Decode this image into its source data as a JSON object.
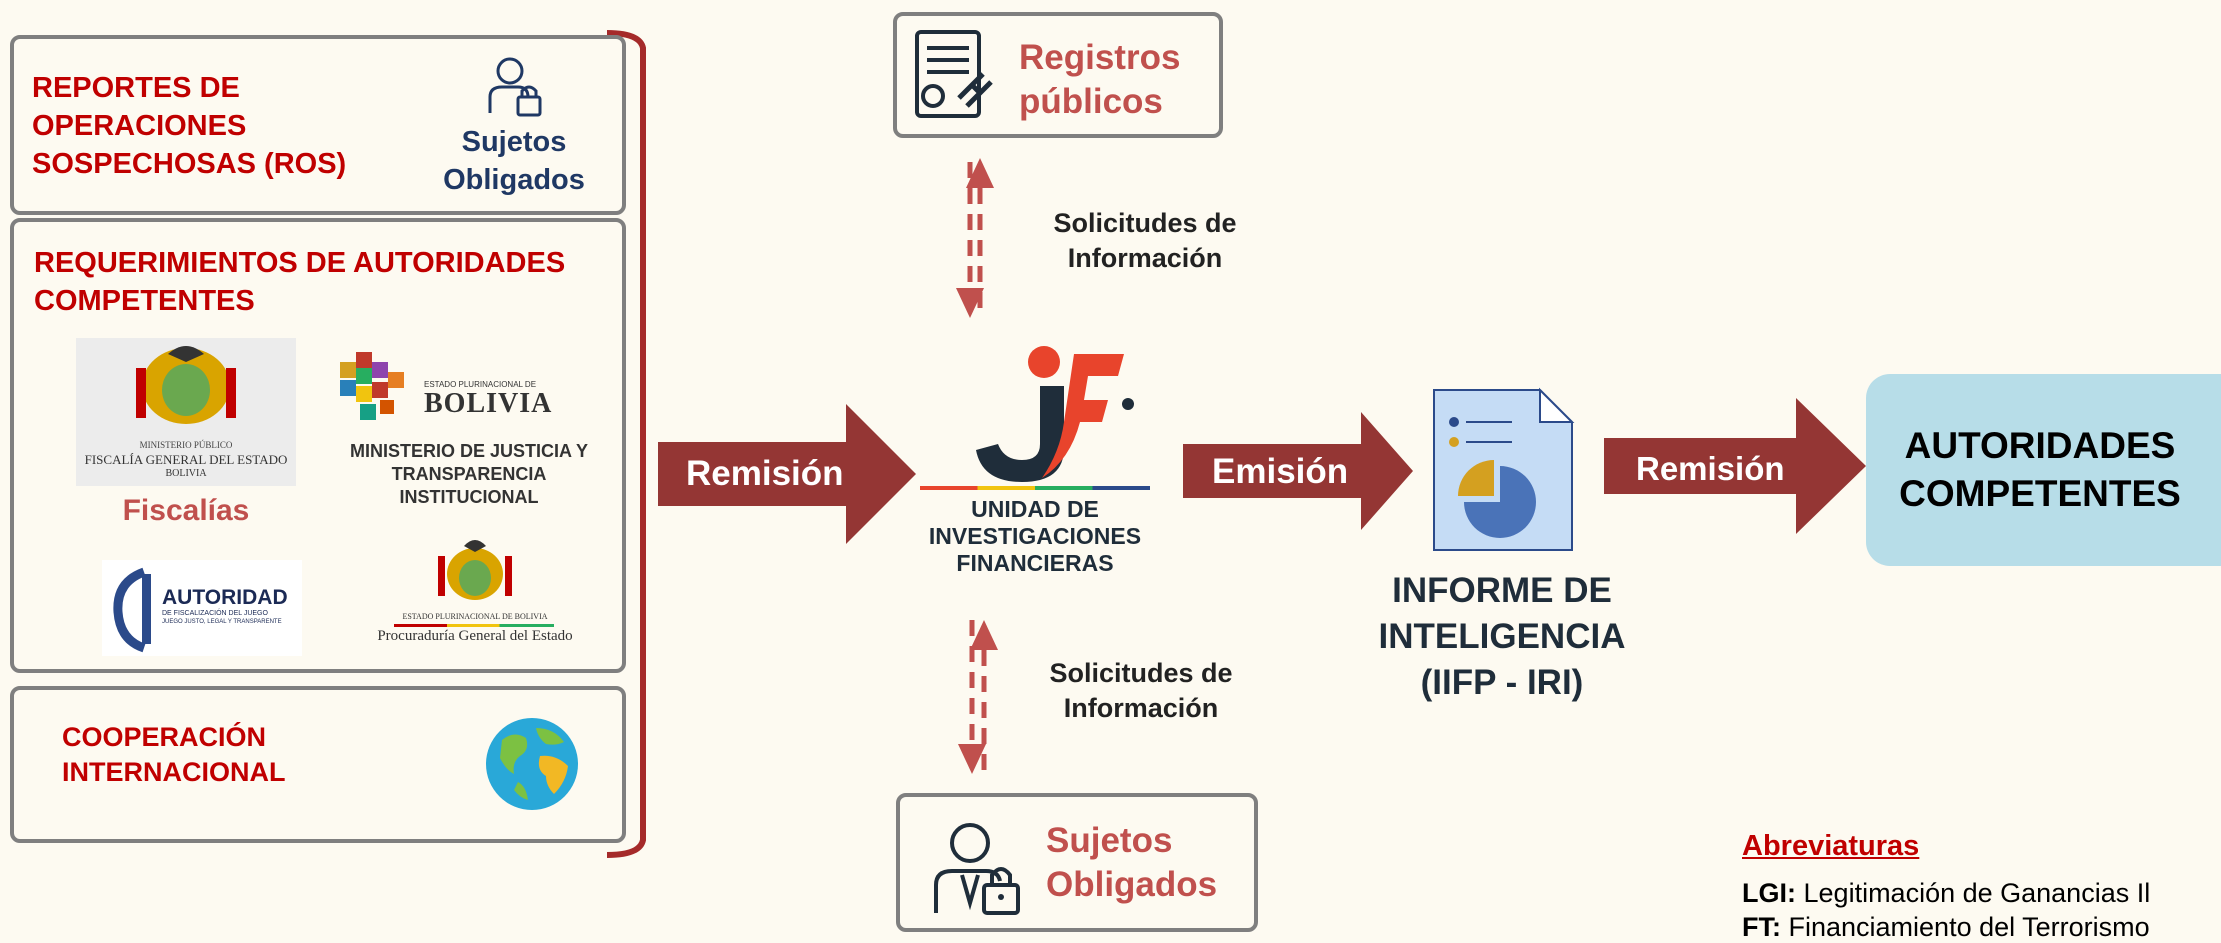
{
  "left_panel": {
    "ros": {
      "title": "REPORTES DE OPERACIONES SOSPECHOSAS (ROS)",
      "icon": "person-lock-icon",
      "label": "Sujetos Obligados"
    },
    "requerimientos": {
      "title": "REQUERIMIENTOS DE AUTORIDADES COMPETENTES",
      "fiscalia_logo": {
        "line1": "MINISTERIO PÚBLICO",
        "line2": "FISCALÍA GENERAL DEL ESTADO",
        "line3": "BOLIVIA"
      },
      "fiscalias_label": "Fiscalías",
      "ministerio_logo": {
        "small": "ESTADO PLURINACIONAL DE",
        "big": "BOLIVIA",
        "caption": "MINISTERIO DE JUSTICIA Y TRANSPARENCIA INSTITUCIONAL"
      },
      "aj_logo": {
        "title": "AUTORIDAD",
        "sub1": "DE FISCALIZACIÓN DEL JUEGO",
        "sub2": "JUEGO JUSTO, LEGAL Y TRANSPARENTE"
      },
      "procuraduria_logo": {
        "small": "ESTADO PLURINACIONAL DE BOLIVIA",
        "caption": "Procuraduría General del Estado"
      }
    },
    "cooperacion": {
      "title": "COOPERACIÓN INTERNACIONAL",
      "icon": "globe-icon"
    }
  },
  "flow": {
    "remision_1": "Remisión",
    "emision": "Emisión",
    "remision_2": "Remisión",
    "solicitudes_top": "Solicitudes de Información",
    "solicitudes_bottom": "Solicitudes de Información"
  },
  "registros": {
    "icon": "document-gavel-icon",
    "label": "Registros públicos"
  },
  "sujetos_bottom": {
    "icon": "person-lock-icon",
    "label": "Sujetos Obligados"
  },
  "uif": {
    "mark": "UIF",
    "name": "UNIDAD DE INVESTIGACIONES FINANCIERAS"
  },
  "informe": {
    "icon": "report-pie-icon",
    "label": "INFORME DE INTELIGENCIA (IIFP - IRI)"
  },
  "autoridades": {
    "label": "AUTORIDADES COMPETENTES"
  },
  "abreviaturas": {
    "title": "Abreviaturas",
    "items": [
      {
        "key": "LGI:",
        "value": "Legitimación de Ganancias Il"
      },
      {
        "key": "FT:",
        "value": "Financiamiento del Terrorismo"
      }
    ]
  },
  "colors": {
    "accent_red": "#c00000",
    "rose": "#c0504d",
    "arrow_fill": "#943634",
    "border_gray": "#7f7f7f",
    "background": "#fdfaf1",
    "autoridades_fill": "#b7dde8",
    "navy": "#1f3864"
  }
}
